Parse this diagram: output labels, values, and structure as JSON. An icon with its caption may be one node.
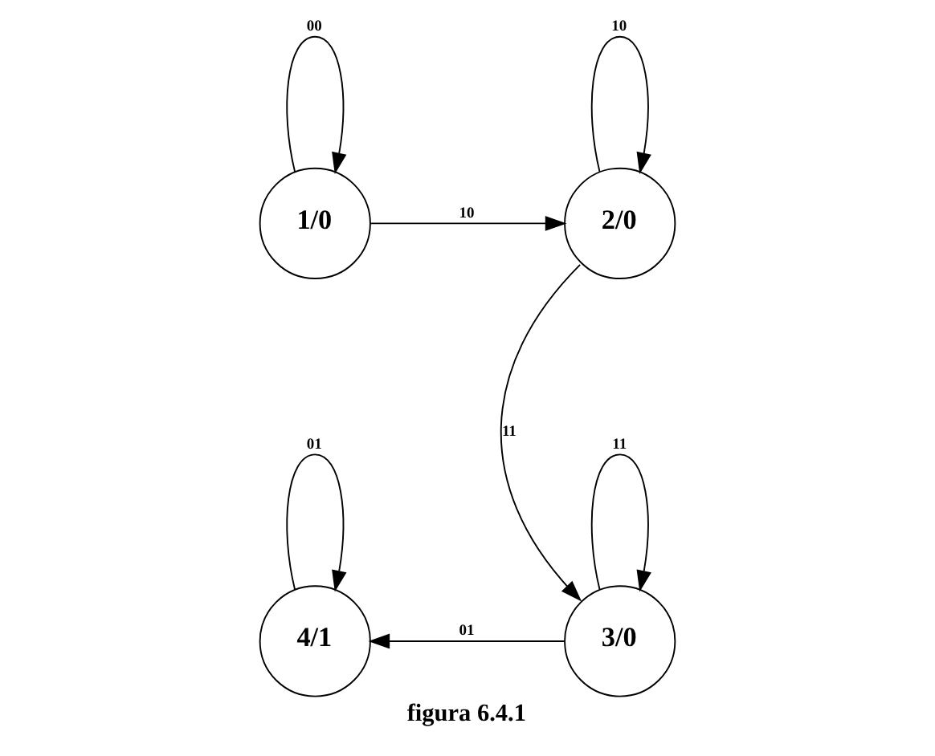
{
  "diagram": {
    "caption": "figura 6.4.1",
    "nodes": [
      {
        "text": [
          "1/0"
        ]
      },
      {
        "text": [
          "2/0"
        ]
      },
      {
        "text": [
          "3/0"
        ]
      },
      {
        "text": [
          "4/1"
        ]
      }
    ],
    "edges": [
      {
        "from": 0,
        "to": 0,
        "arrow": "to",
        "label": "00"
      },
      {
        "from": 0,
        "to": 1,
        "arrow": "to",
        "label": "10"
      },
      {
        "from": 1,
        "to": 1,
        "arrow": "to",
        "label": "10"
      },
      {
        "from": 1,
        "to": 2,
        "arrow": "to",
        "label": "11"
      },
      {
        "from": 2,
        "to": 2,
        "arrow": "to",
        "label": "11"
      },
      {
        "from": 2,
        "to": 3,
        "arrow": "to",
        "label": "01"
      },
      {
        "from": 3,
        "to": 3,
        "arrow": "to",
        "label": "01"
      }
    ]
  }
}
